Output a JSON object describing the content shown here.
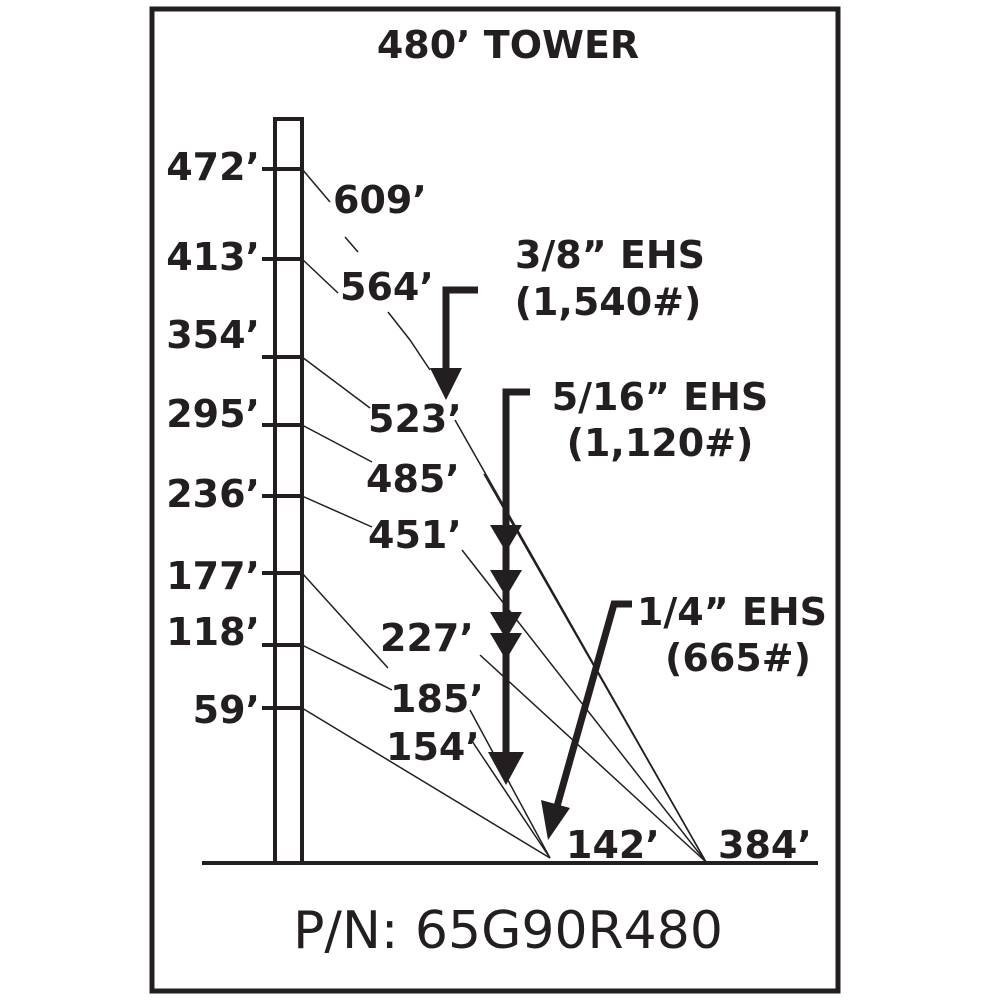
{
  "title": "480’ TOWER",
  "part_number": "P/N: 65G90R480",
  "colors": {
    "ink": "#231f20",
    "background": "#ffffff"
  },
  "tower_heights": [
    "472’",
    "413’",
    "354’",
    "295’",
    "236’",
    "177’",
    "118’",
    "59’"
  ],
  "guy_lengths": [
    "609’",
    "564’",
    "523’",
    "485’",
    "451’",
    "227’",
    "185’",
    "154’"
  ],
  "anchor_distances": [
    "142’",
    "384’"
  ],
  "cables": [
    {
      "size": "3/8” EHS",
      "rating": "(1,540#)"
    },
    {
      "size": "5/16” EHS",
      "rating": "(1,120#)"
    },
    {
      "size": "1/4” EHS",
      "rating": "(665#)"
    }
  ]
}
